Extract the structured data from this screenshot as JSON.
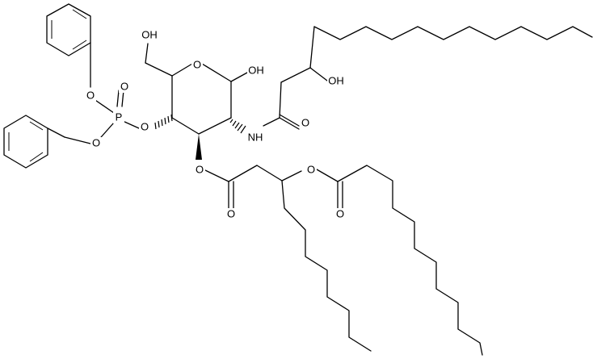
{
  "atom_labels": {
    "ring_o": "O",
    "anomeric_oh": "OH",
    "ch2oh": "OH",
    "phosphorus": "P",
    "p_oxo": "O",
    "p_o_phenyl_top": "O",
    "p_o_phenyl_bottom": "O",
    "p_o_sugar": "O",
    "amide_n": "NH",
    "amide_o": "O",
    "side_oh": "OH",
    "ester3_o": "O",
    "ester3_carbonyl_o": "O",
    "ester_acyl_o": "O",
    "ester_acyl_carbonyl_o": "O"
  },
  "colors": {
    "bond": "#000000",
    "background": "#ffffff"
  }
}
